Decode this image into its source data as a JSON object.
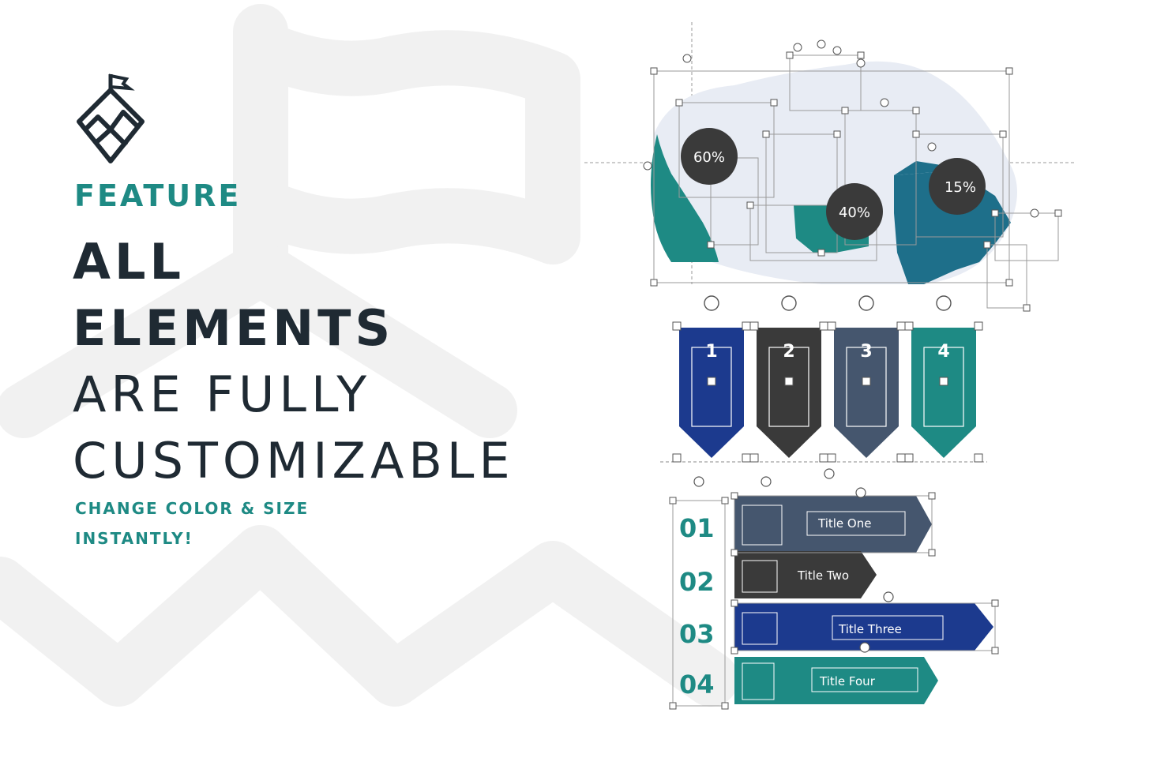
{
  "feature": {
    "eyebrow": "FEATURE",
    "headline_line1": "ALL",
    "headline_line2": "ELEMENTS",
    "headline_line3": "ARE FULLY",
    "headline_line4": "CUSTOMIZABLE",
    "sub_line1": "CHANGE COLOR & SIZE",
    "sub_line2": "INSTANTLY!"
  },
  "map": {
    "stats": [
      "60%",
      "40%",
      "15%"
    ]
  },
  "banners": {
    "numbers": [
      "1",
      "2",
      "3",
      "4"
    ]
  },
  "list": {
    "items": [
      {
        "number": "01",
        "title": "Title One"
      },
      {
        "number": "02",
        "title": "Title Two"
      },
      {
        "number": "03",
        "title": "Title Three"
      },
      {
        "number": "04",
        "title": "Title Four"
      }
    ]
  },
  "colors": {
    "teal": "#1e8a84",
    "navy": "#1c3a8e",
    "charcoal": "#3a3a3a",
    "slate": "#45566e",
    "dark_text": "#1f2a33"
  }
}
